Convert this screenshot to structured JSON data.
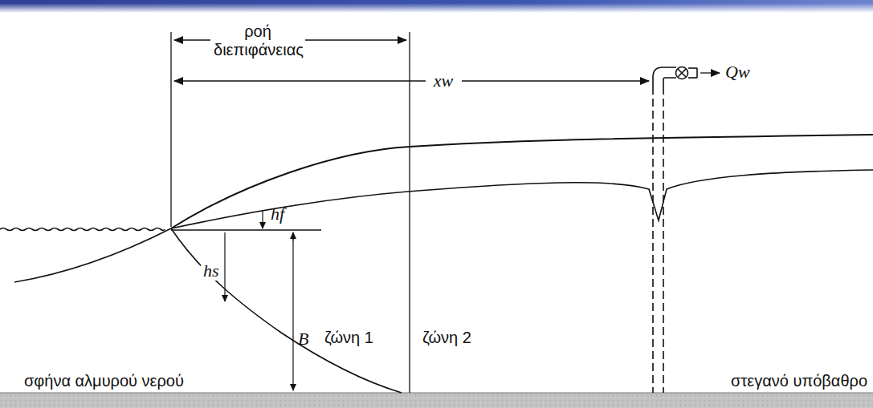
{
  "diagram": {
    "labels": [
      "ροή διεπιφάνειας",
      "xw",
      "Qw",
      "hf",
      "hs",
      "B",
      "ζώνη 1",
      "ζώνη 2",
      "σφήνα αλμυρού νερού",
      "στεγανό υπόβαθρο"
    ]
  }
}
